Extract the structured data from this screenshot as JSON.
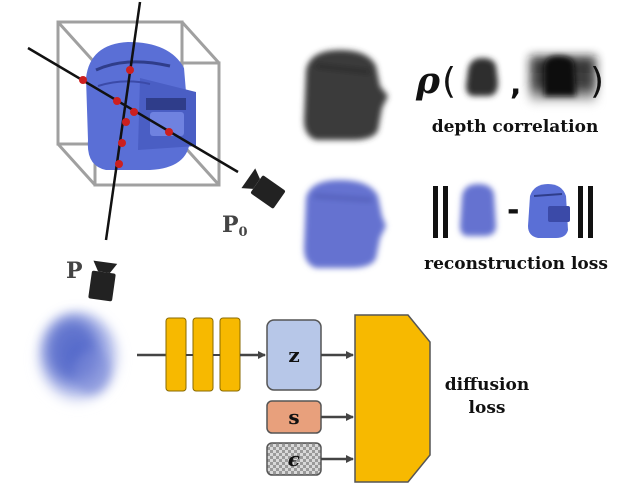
{
  "cameras": {
    "p0_main": "P",
    "p0_sub": "0",
    "p": "P"
  },
  "loss_labels": {
    "depth_correlation": "depth correlation",
    "reconstruction": "reconstruction loss",
    "diffusion_line1": "diffusion",
    "diffusion_line2": "loss"
  },
  "symbols": {
    "rho": "ρ",
    "open_paren": "(",
    "comma": ",",
    "close_paren": ")",
    "minus": "-"
  },
  "inputs": {
    "z": "z",
    "s": "s",
    "epsilon": "ϵ"
  },
  "colors": {
    "backpack_blue": "#5a6fd6",
    "sample_dot": "#cc1f1f",
    "encoder_yellow": "#f7b900",
    "z_box": "#b7c7e8",
    "s_box": "#e8a07c",
    "epsilon_box": "#c8c8c8",
    "denoiser": "#f7b900",
    "cube": "#a0a0a0"
  }
}
